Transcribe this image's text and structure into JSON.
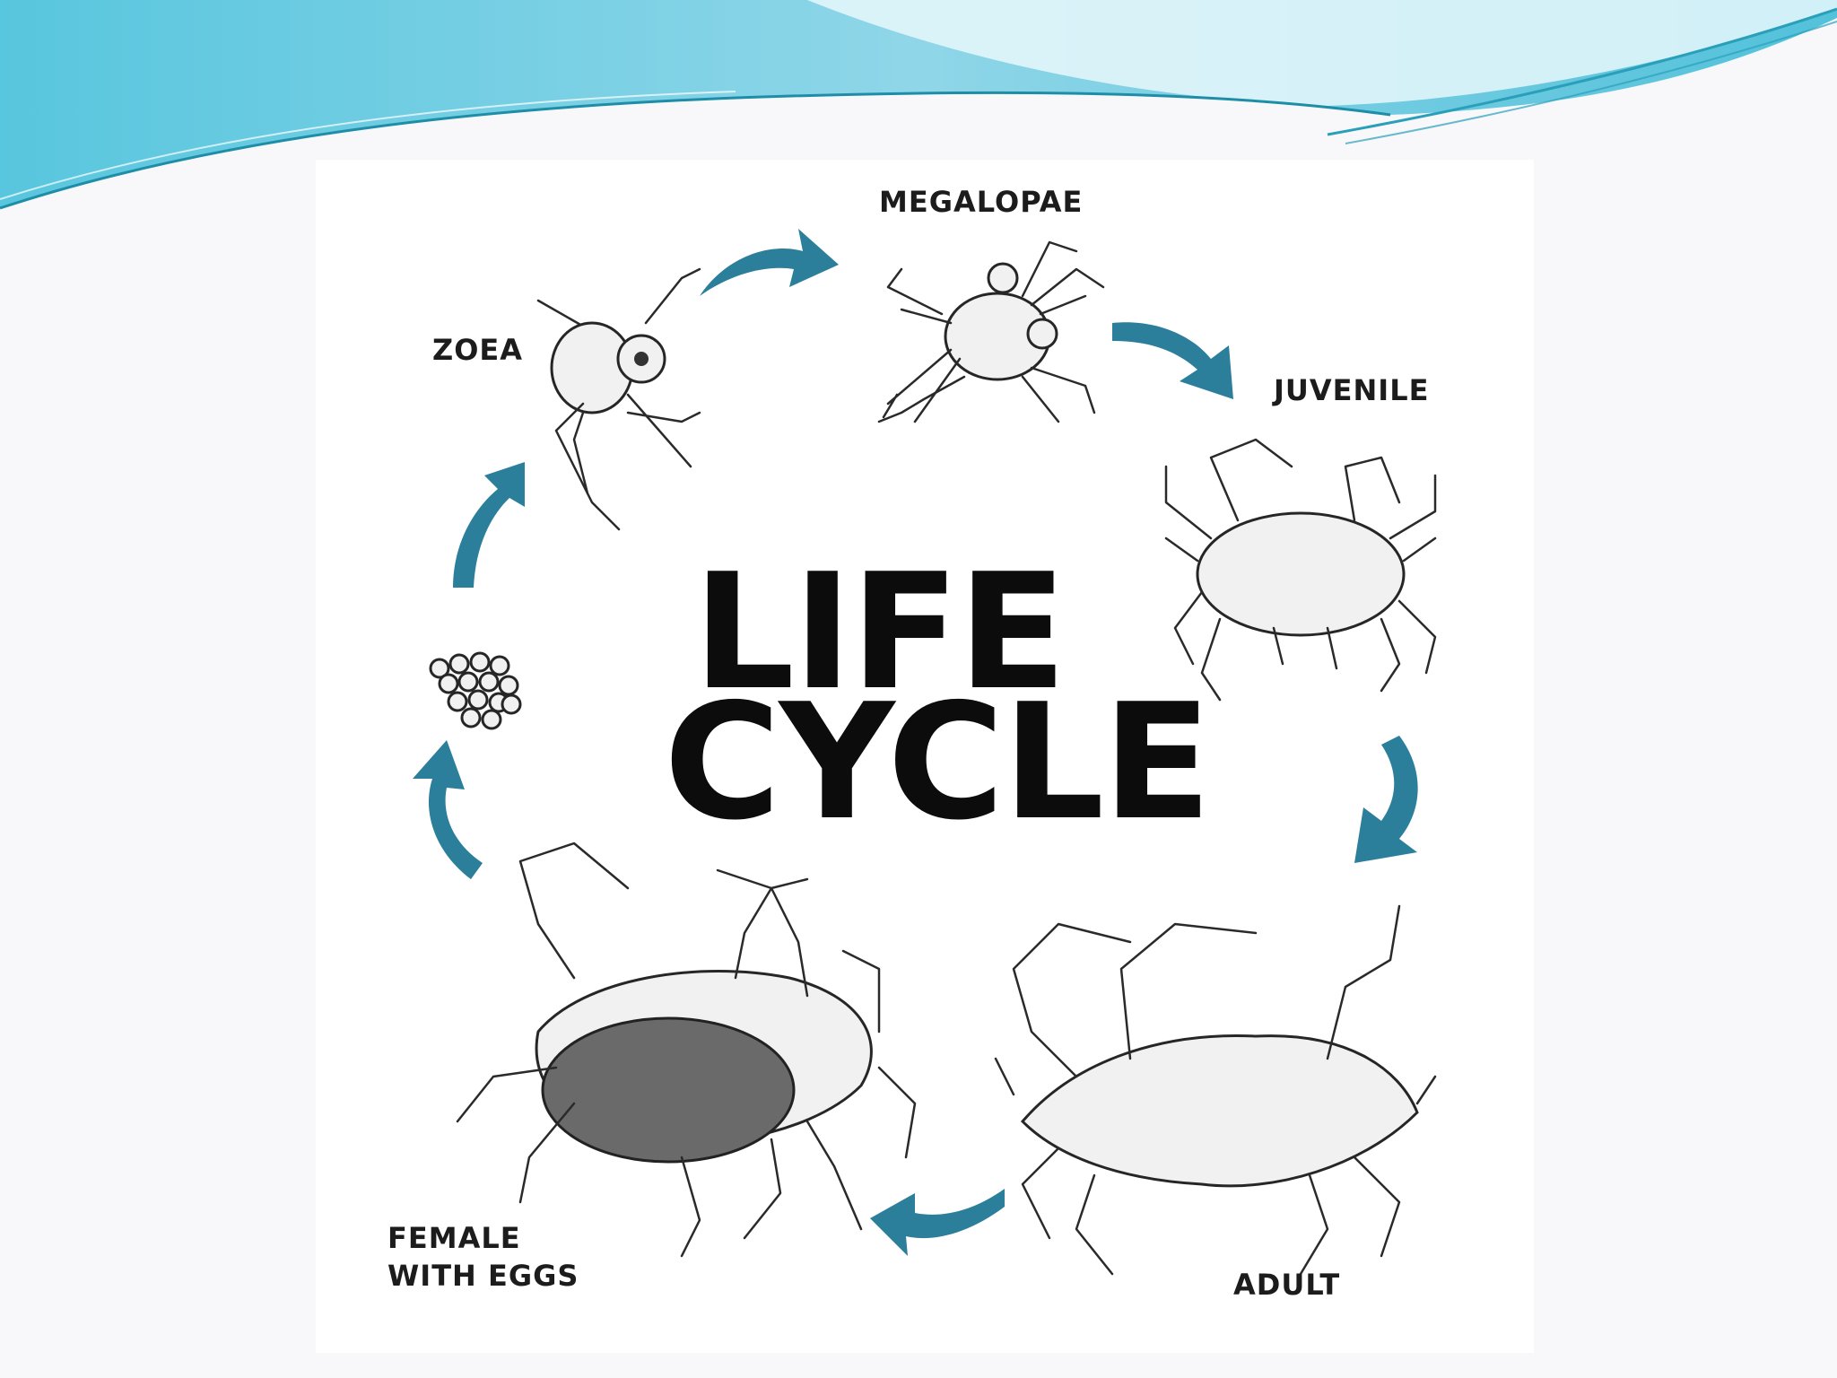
{
  "title": {
    "line1": "LIFE",
    "line2": "CYCLE"
  },
  "stages": [
    {
      "label": "MEGALOPAE"
    },
    {
      "label": "JUVENILE"
    },
    {
      "label": "ADULT"
    },
    {
      "label": "FEMALE\nWITH EGGS"
    },
    {
      "label": "ZOEA"
    }
  ],
  "colors": {
    "arrow": "#2b7f9b",
    "wave": "#5cc7dc",
    "ink": "#1c1c1c"
  }
}
